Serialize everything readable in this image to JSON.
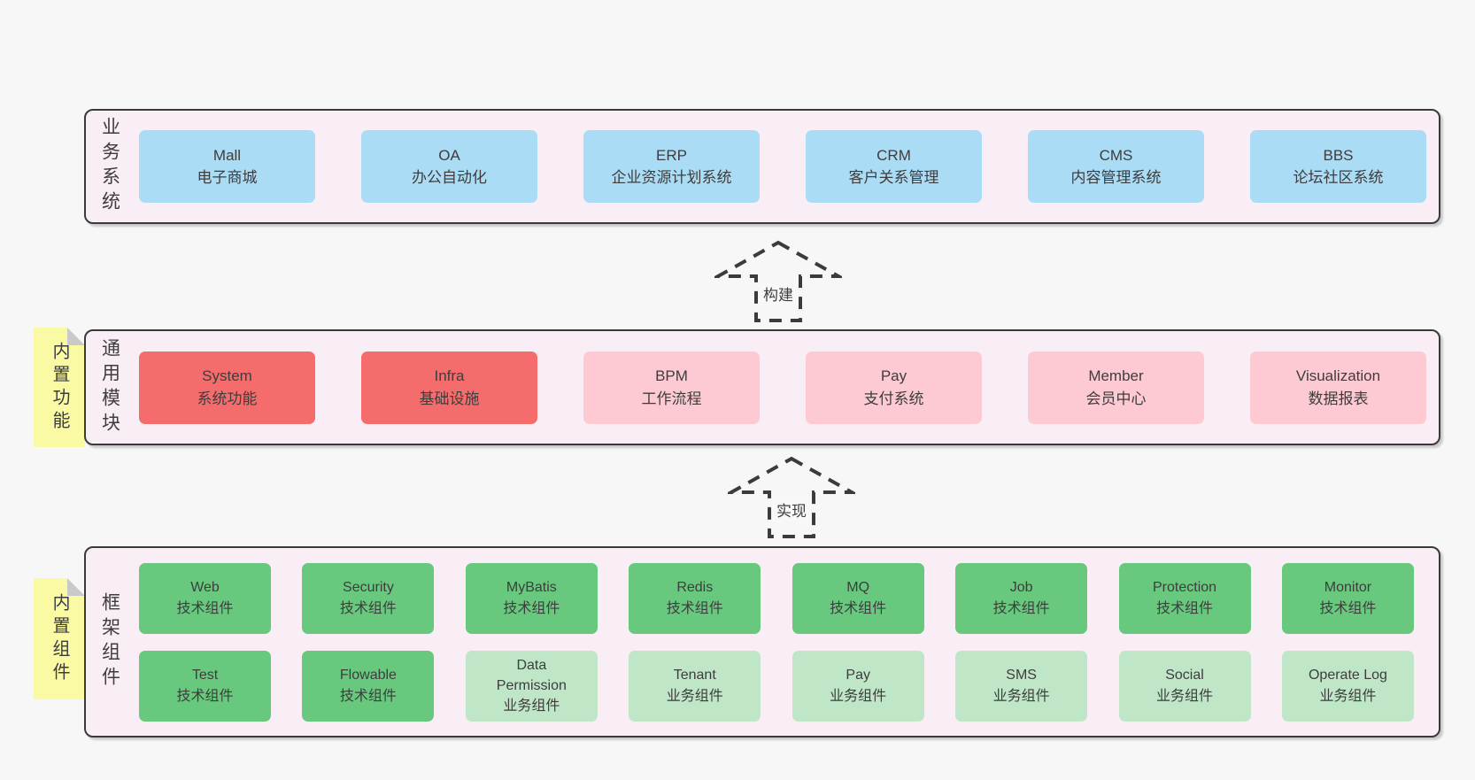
{
  "colors": {
    "page_bg": "#f7f7f7",
    "panel_bg": "#f9edf6",
    "panel_border": "#3a3a3a",
    "box_blue": "#abdcf6",
    "box_red": "#f56c6c",
    "box_pink": "#fdcad3",
    "box_green": "#68c97e",
    "box_green_light": "#bfe7c7",
    "tab_yellow": "#fafaa5",
    "fold_gray": "#c9c9c9",
    "text": "#3d3d3d"
  },
  "arrows": [
    {
      "label": "构建"
    },
    {
      "label": "实现"
    }
  ],
  "panels": [
    {
      "id": "business-systems",
      "label": "业务系统",
      "rows": [
        [
          {
            "name": "Mall",
            "subtitle": "电子商城",
            "type": "blue"
          },
          {
            "name": "OA",
            "subtitle": "办公自动化",
            "type": "blue"
          },
          {
            "name": "ERP",
            "subtitle": "企业资源计划系统",
            "type": "blue"
          },
          {
            "name": "CRM",
            "subtitle": "客户关系管理",
            "type": "blue"
          },
          {
            "name": "CMS",
            "subtitle": "内容管理系统",
            "type": "blue"
          },
          {
            "name": "BBS",
            "subtitle": "论坛社区系统",
            "type": "blue"
          }
        ]
      ]
    },
    {
      "id": "common-modules",
      "label": "通用模块",
      "tab": "内置功能",
      "rows": [
        [
          {
            "name": "System",
            "subtitle": "系统功能",
            "type": "red"
          },
          {
            "name": "Infra",
            "subtitle": "基础设施",
            "type": "red"
          },
          {
            "name": "BPM",
            "subtitle": "工作流程",
            "type": "pink"
          },
          {
            "name": "Pay",
            "subtitle": "支付系统",
            "type": "pink"
          },
          {
            "name": "Member",
            "subtitle": "会员中心",
            "type": "pink"
          },
          {
            "name": "Visualization",
            "subtitle": "数据报表",
            "type": "pink"
          }
        ]
      ]
    },
    {
      "id": "framework-components",
      "label": "框架组件",
      "tab": "内置组件",
      "rows": [
        [
          {
            "name": "Web",
            "subtitle": "技术组件",
            "type": "green"
          },
          {
            "name": "Security",
            "subtitle": "技术组件",
            "type": "green"
          },
          {
            "name": "MyBatis",
            "subtitle": "技术组件",
            "type": "green"
          },
          {
            "name": "Redis",
            "subtitle": "技术组件",
            "type": "green"
          },
          {
            "name": "MQ",
            "subtitle": "技术组件",
            "type": "green"
          },
          {
            "name": "Job",
            "subtitle": "技术组件",
            "type": "green"
          },
          {
            "name": "Protection",
            "subtitle": "技术组件",
            "type": "green"
          },
          {
            "name": "Monitor",
            "subtitle": "技术组件",
            "type": "green"
          }
        ],
        [
          {
            "name": "Test",
            "subtitle": "技术组件",
            "type": "green"
          },
          {
            "name": "Flowable",
            "subtitle": "技术组件",
            "type": "green"
          },
          {
            "name": "Data Permission",
            "subtitle": "业务组件",
            "type": "green-light"
          },
          {
            "name": "Tenant",
            "subtitle": "业务组件",
            "type": "green-light"
          },
          {
            "name": "Pay",
            "subtitle": "业务组件",
            "type": "green-light"
          },
          {
            "name": "SMS",
            "subtitle": "业务组件",
            "type": "green-light"
          },
          {
            "name": "Social",
            "subtitle": "业务组件",
            "type": "green-light"
          },
          {
            "name": "Operate Log",
            "subtitle": "业务组件",
            "type": "green-light"
          }
        ]
      ]
    }
  ]
}
